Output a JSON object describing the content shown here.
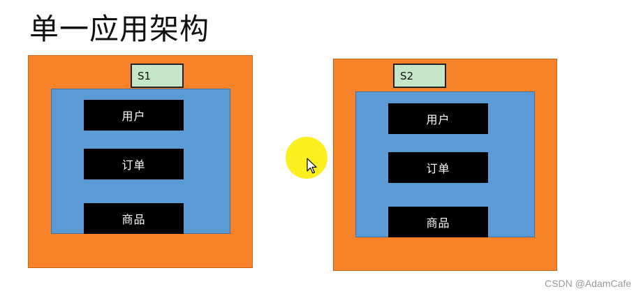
{
  "title": "单一应用架构",
  "servers": [
    {
      "label": "S1",
      "modules": [
        "用户",
        "订单",
        "商品"
      ]
    },
    {
      "label": "S2",
      "modules": [
        "用户",
        "订单",
        "商品"
      ]
    }
  ],
  "watermark": "CSDN @AdamCafe",
  "colors": {
    "server": "#f7822a",
    "app": "#5b9bd5",
    "label": "#c6e6c8",
    "module": "#000000",
    "cursor_highlight": "#fbef1f"
  }
}
